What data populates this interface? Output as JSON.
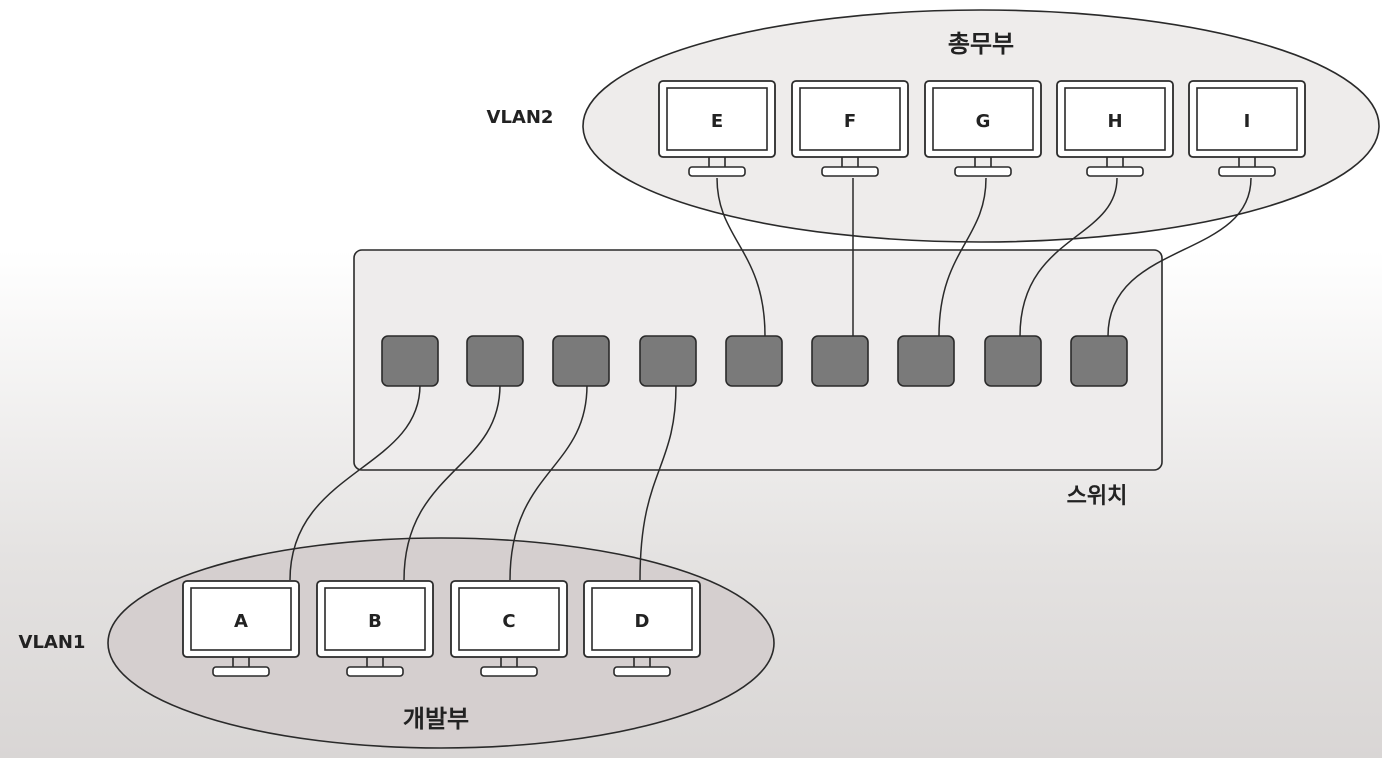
{
  "groups": {
    "vlan2": {
      "vlan_label": "VLAN2",
      "department": "총무부",
      "computers": [
        "E",
        "F",
        "G",
        "H",
        "I"
      ]
    },
    "vlan1": {
      "vlan_label": "VLAN1",
      "department": "개발부",
      "computers": [
        "A",
        "B",
        "C",
        "D"
      ]
    }
  },
  "switch": {
    "label": "스위치",
    "port_count": 9
  },
  "colors": {
    "vlan2_fill": "#eeeceb",
    "vlan1_fill": "#d5cfcf",
    "port_fill": "#7a7a7a",
    "stroke": "#2a2a2a"
  }
}
